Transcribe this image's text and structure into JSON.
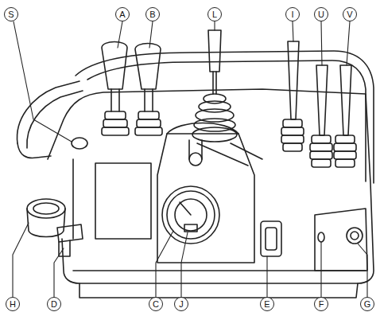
{
  "diagram": {
    "labels": [
      "S",
      "A",
      "B",
      "L",
      "I",
      "U",
      "V",
      "H",
      "D",
      "C",
      "J",
      "E",
      "F",
      "G"
    ]
  }
}
